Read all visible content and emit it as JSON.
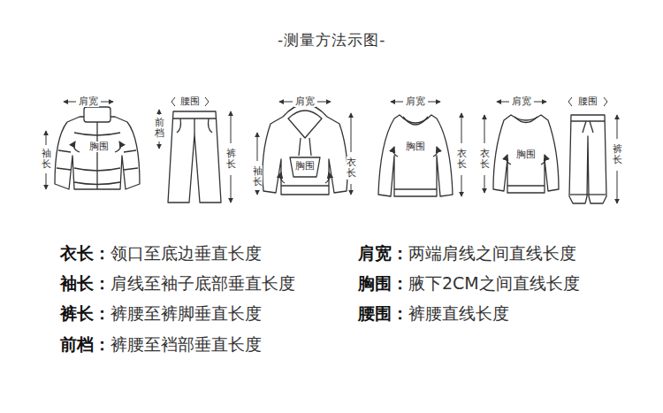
{
  "diagram": {
    "title": "-测量方法示图-",
    "labels": [
      "肩宽",
      "袖长",
      "胸围",
      "腰围",
      "前档",
      "裤长",
      "肩宽",
      "袖长",
      "胸围",
      "衣长",
      "肩宽",
      "胸围",
      "衣长",
      "肩宽",
      "衣长",
      "胸围",
      "腰围",
      "裤长",
      "衣长：",
      "领口至底边垂直长度",
      "袖长：",
      "肩线至袖子底部垂直长度",
      "裤长：",
      "裤腰至裤脚垂直长度",
      "前档：",
      "裤腰至裆部垂直长度",
      "肩宽：",
      "两端肩线之间直线长度",
      "胸围：",
      "腋下2CM之间直线长度",
      "腰围：",
      "裤腰直线长度"
    ]
  }
}
